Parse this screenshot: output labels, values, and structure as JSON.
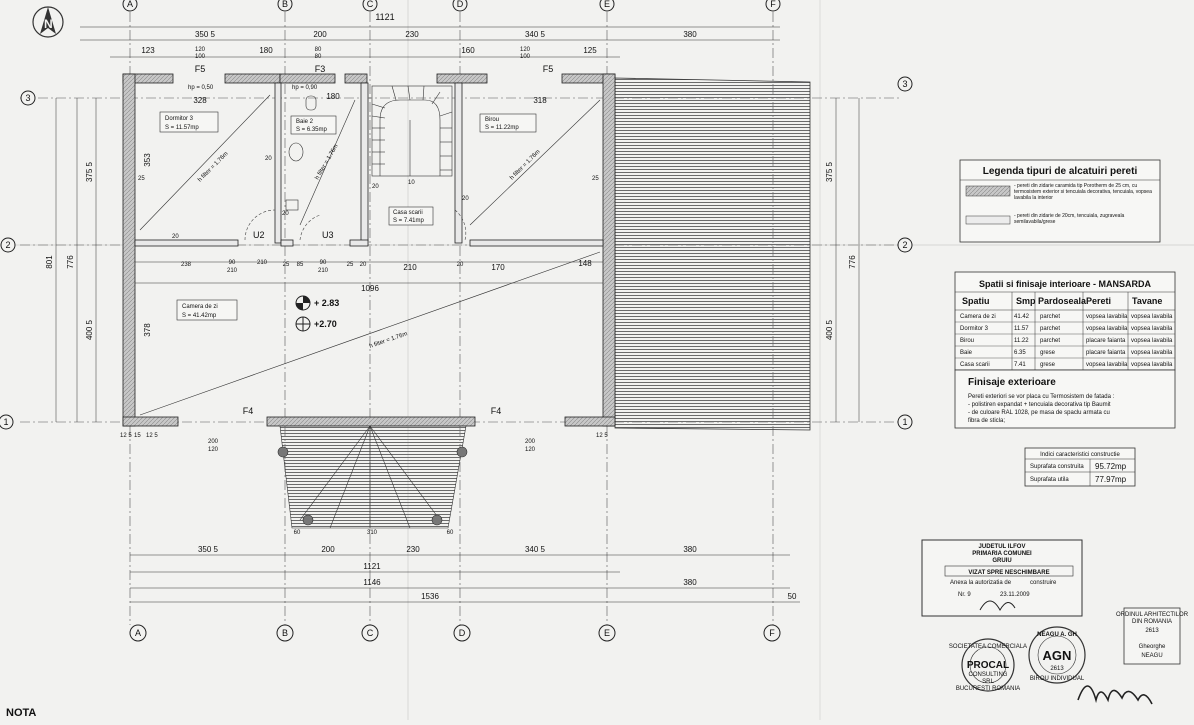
{
  "axes": {
    "top": [
      "A",
      "B",
      "C",
      "D",
      "E",
      "F"
    ],
    "side": [
      "3",
      "2",
      "1"
    ]
  },
  "dims": {
    "top_row1": [
      "350 5",
      "200",
      "230",
      "340 5",
      "380"
    ],
    "top_total": "1121",
    "top_row2": [
      "123",
      "180",
      "160",
      "125"
    ],
    "top_f3": "F3",
    "top_f5_left": "F5",
    "top_f5_right": "F5",
    "top_window_dims": [
      "120",
      "100",
      "80",
      "80",
      "120",
      "100"
    ],
    "hp_left": "hp = 0,50",
    "hp_mid": "hp = 0,90",
    "d328": "328",
    "d180": "180",
    "d318": "318",
    "left_vert": [
      "375 5",
      "776",
      "400 5",
      "801"
    ],
    "right_vert": [
      "375 5",
      "776",
      "400 5"
    ],
    "inner_vert": [
      "353",
      "378"
    ],
    "mid_row": [
      "238",
      "90",
      "210",
      "25",
      "85",
      "25",
      "20",
      "210",
      "20",
      "170",
      "148"
    ],
    "mid_row_b": [
      "210",
      "90",
      "210"
    ],
    "d1096": "1096",
    "d20s": [
      "20",
      "20",
      "20",
      "25",
      "25",
      "10",
      "20",
      "20"
    ],
    "bottom_left": [
      "12 5",
      "15",
      "12 5"
    ],
    "bottom_right": "12 5",
    "f4_left": "F4",
    "f4_right": "F4",
    "below_f4": [
      "200",
      "120",
      "200",
      "120"
    ],
    "steps": [
      "60",
      "310",
      "60"
    ],
    "bottom_row1": [
      "350 5",
      "200",
      "230",
      "340 5",
      "380"
    ],
    "bottom_row2": "1121",
    "bottom_row3": [
      "1146",
      "380"
    ],
    "bottom_row4": [
      "1536",
      "50"
    ]
  },
  "rooms": {
    "dormitor": {
      "name": "Dormitor 3",
      "area": "S = 11.57mp"
    },
    "baie": {
      "name": "Baie 2",
      "area": "S = 6.35mp"
    },
    "birou": {
      "name": "Birou",
      "area": "S = 11.22mp"
    },
    "casa_scarii": {
      "name": "Casa scarii",
      "area": "S = 7.41mp"
    },
    "camera_zi": {
      "name": "Camera de zi",
      "area": "S = 41.42mp"
    },
    "u2": "U2",
    "u3": "U3"
  },
  "levels": {
    "upper": "+ 2.83",
    "lower": "+2.70"
  },
  "slope_labels": [
    "h filter = 1.76m",
    "h filter = 1.76m",
    "h filter = 1.76m",
    "h filter = 1.76m"
  ],
  "legend_walls": {
    "title": "Legenda tipuri de alcatuiri pereti",
    "row1": "- pereti din zidarie caramida tip Porotherm de 25 cm, cu termosistem exterior si tencuiala decorativa, tencuiala, vopsea lavabila la interior",
    "row2": "- pereti din zidarie de 20cm, tencuiala, zugraveala semilavabila/grese"
  },
  "finish_table": {
    "title": "Spatii si finisaje interioare - MANSARDA",
    "headers": [
      "Spatiu",
      "Smp",
      "Pardoseala",
      "Pereti",
      "Tavane"
    ],
    "rows": [
      [
        "Camera de zi",
        "41.42",
        "parchet",
        "vopsea lavabila",
        "vopsea lavabila"
      ],
      [
        "Dormitor 3",
        "11.57",
        "parchet",
        "vopsea lavabila",
        "vopsea lavabila"
      ],
      [
        "Birou",
        "11.22",
        "parchet",
        "placare faianta",
        "vopsea lavabila"
      ],
      [
        "Baie",
        "6.35",
        "grese",
        "placare faianta",
        "vopsea lavabila"
      ],
      [
        "Casa scarii",
        "7.41",
        "grese",
        "vopsea lavabila",
        "vopsea lavabila"
      ]
    ]
  },
  "exterior": {
    "title": "Finisaje exterioare",
    "text1": "Pereti exteriori se vor placa cu Termosistem de fatada :",
    "text2": "- polistiren expandat + tencuiala decorativa tip Baumit",
    "text3": "- de culoare RAL 1028, pe masa de spaclu armata cu",
    "text4": "fibra de sticla;"
  },
  "indicators": {
    "title": "Indici caracteristici constructie",
    "rows": [
      [
        "Suprafata construita",
        "95.72mp"
      ],
      [
        "Suprafata utila",
        "77.97mp"
      ]
    ]
  },
  "stamp": {
    "l1": "JUDETUL ILFOV",
    "l2": "PRIMARIA COMUNEI",
    "l3": "GRUIU",
    "l4": "VIZAT SPRE NESCHIMBARE",
    "l5": "Anexa la autorizatia de",
    "l6": "construire",
    "l7": "Nr. 9",
    "l8": "23.11.2009"
  },
  "round_stamp_left": {
    "top": "SOCIETATEA COMERCIALA",
    "main": "PROCAL",
    "sub1": "CONSULTING",
    "sub2": "SRL",
    "bottom": "BUCURESTI ROMANIA"
  },
  "round_stamp_right": {
    "top": "NEAGU A. GH",
    "main": "AGN",
    "sub1": "2613",
    "bottom": "BIROU INDIVIDUAL"
  },
  "right_stamp": {
    "l1": "ORDINUL ARHITECTILOR",
    "l2": "DIN ROMANIA",
    "l3": "2613",
    "l4": "Gheorghe",
    "l5": "NEAGU"
  },
  "nota": "NOTA",
  "colors": {
    "line": "#222222",
    "paper": "#f2f2f0",
    "hatch": "#7a7a7a",
    "wall": "#bdbdbd"
  },
  "icons": [
    "north-arrow-icon",
    "level-marker-icon"
  ]
}
